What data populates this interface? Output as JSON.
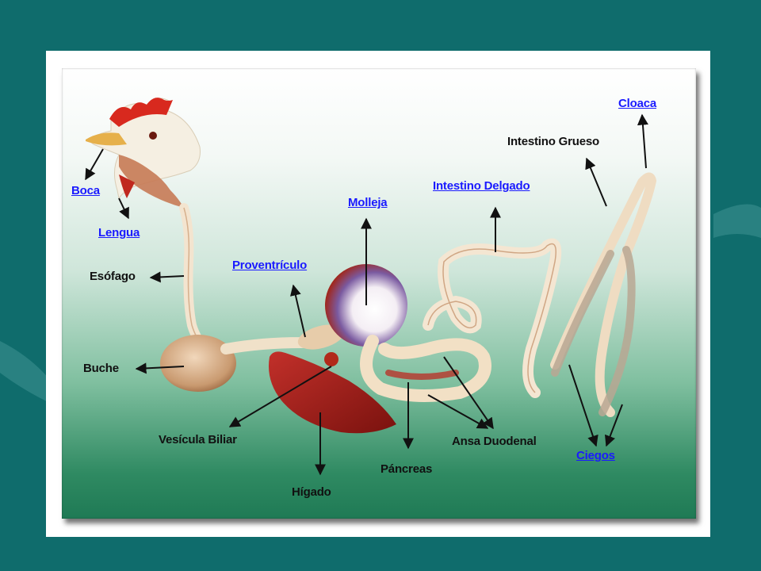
{
  "colors": {
    "background": "#0f6c6c",
    "link": "#1a1aff",
    "label": "#111111",
    "organ_flesh": "#e9c9a8",
    "organ_red": "#a8221c",
    "liver": "#9a1a14"
  },
  "labels": {
    "boca": "Boca",
    "lengua": "Lengua",
    "esofago": "Esófago",
    "buche": "Buche",
    "vesicula": "Vesícula Biliar",
    "higado": "Hígado",
    "proventriculo": "Proventrículo",
    "molleja": "Molleja",
    "pancreas": "Páncreas",
    "intestino_delgado": "Intestino Delgado",
    "ansa_duodenal": "Ansa Duodenal",
    "intestino_grueso": "Intestino Grueso",
    "cloaca": "Cloaca",
    "ciegos": "Ciegos"
  }
}
